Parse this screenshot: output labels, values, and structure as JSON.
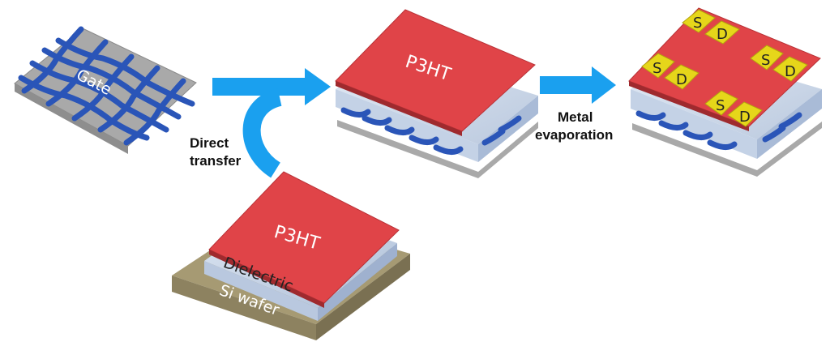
{
  "labels": {
    "gate": "Gate",
    "p3ht_top": "P3HT",
    "p3ht_bottom": "P3HT",
    "dielectric": "Dielectric",
    "si_wafer": "Si wafer",
    "direct_transfer_1": "Direct",
    "direct_transfer_2": "transfer",
    "metal_evap_1": "Metal",
    "metal_evap_2": "evaporation",
    "source": "S",
    "drain": "D"
  },
  "colors": {
    "arrow": "#1aa0ef",
    "p3ht": "#e04448",
    "gate_fiber": "#2a55b8",
    "gate_sheet": "#a9a9a9",
    "dielectric": "#c9d7ea",
    "wafer": "#a69a73",
    "electrode": "#e6d61a"
  }
}
